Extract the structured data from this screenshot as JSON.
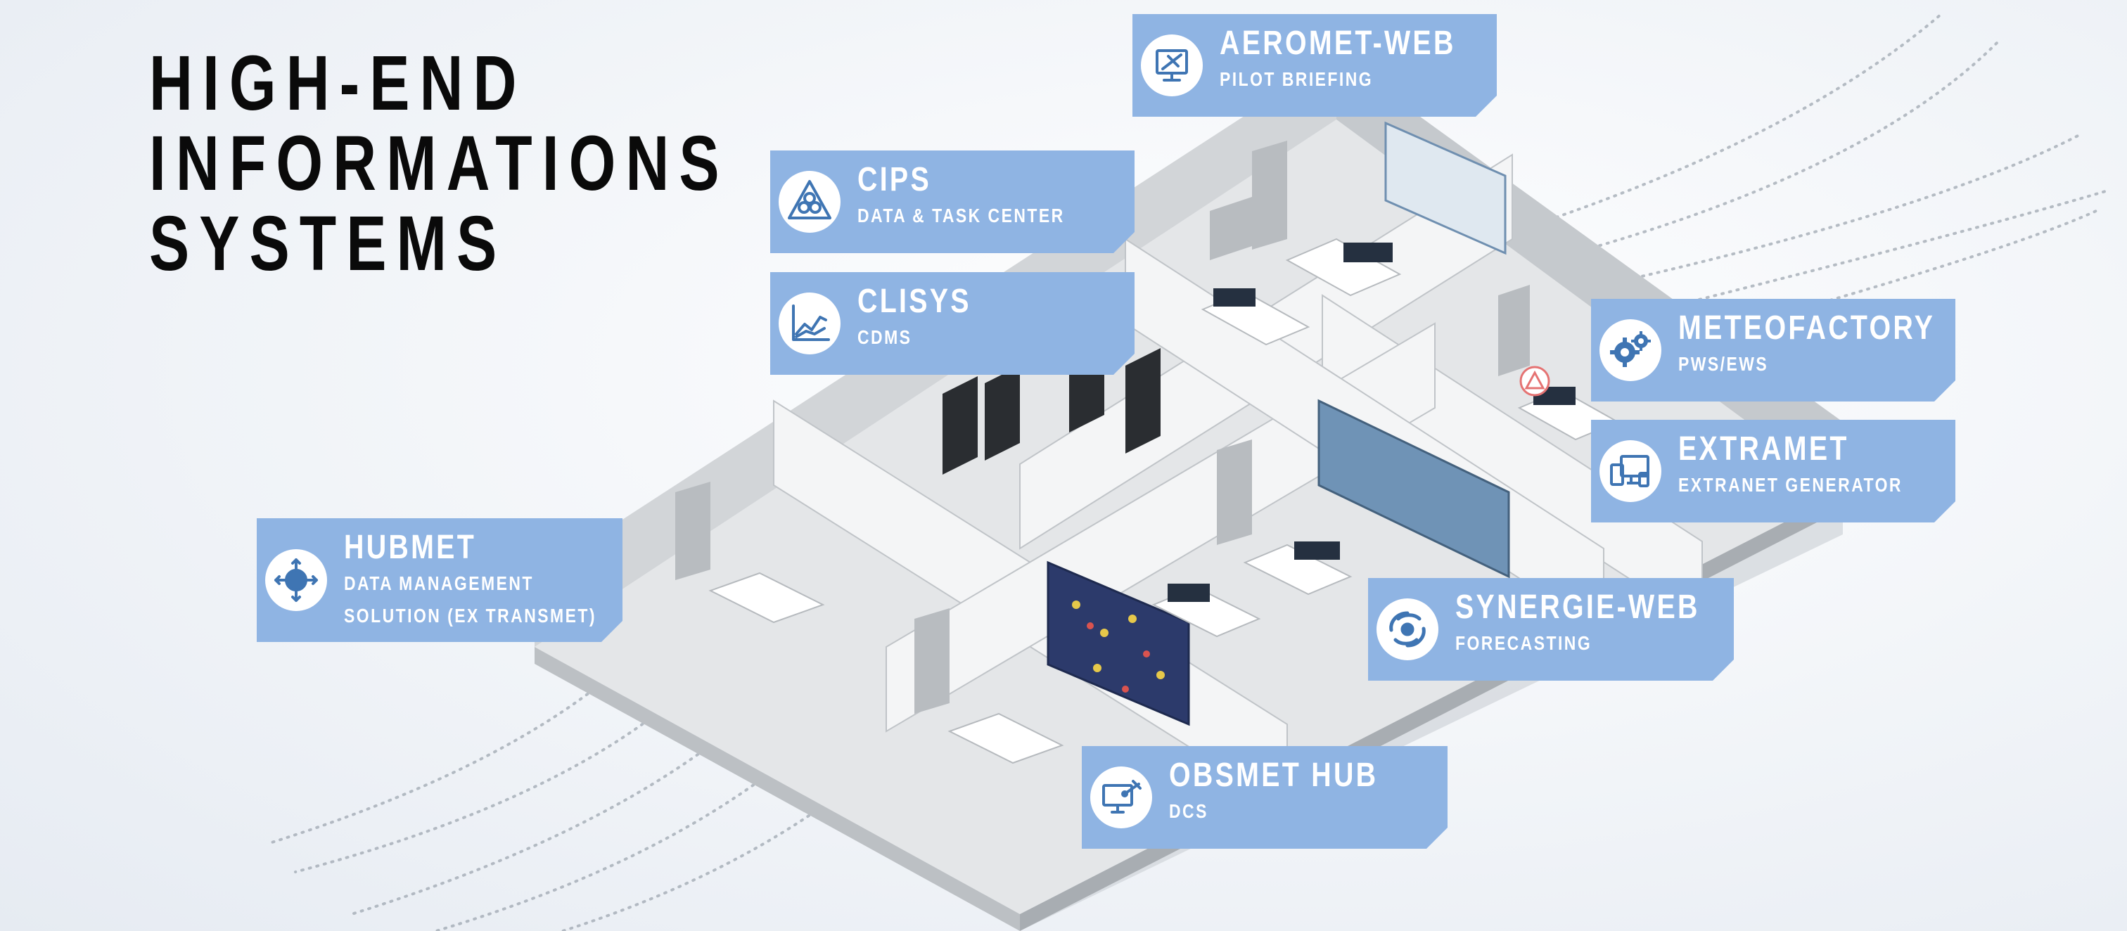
{
  "title": {
    "line1": "HIGH-END",
    "line2": "INFORMATIONS",
    "line3": "SYSTEMS"
  },
  "colors": {
    "label_background": "#8fb4e3",
    "icon_stroke": "#3f75b3",
    "title_text": "#0a0a0a"
  },
  "labels": {
    "aeromet": {
      "name": "AEROMET-WEB",
      "sub": "PILOT BRIEFING",
      "icon": "airplane-screen-icon"
    },
    "cips": {
      "name": "CIPS",
      "sub": "DATA & TASK CENTER",
      "icon": "triangle-circles-icon"
    },
    "clisys": {
      "name": "CLISYS",
      "sub": "CDMS",
      "icon": "line-chart-icon"
    },
    "meteofactory": {
      "name": "METEOFACTORY",
      "sub": "PWS/EWS",
      "icon": "gears-icon"
    },
    "extramet": {
      "name": "EXTRAMET",
      "sub": "EXTRANET GENERATOR",
      "icon": "devices-icon"
    },
    "hubmet": {
      "name": "HUBMET",
      "sub1": "DATA MANAGEMENT",
      "sub2": "SOLUTION (EX TRANSMET)",
      "icon": "globe-arrows-icon"
    },
    "synergie": {
      "name": "SYNERGIE-WEB",
      "sub": "FORECASTING",
      "icon": "cyclone-icon"
    },
    "obsmet": {
      "name": "OBSMET HUB",
      "sub": "DCS",
      "icon": "computer-satellite-icon"
    }
  }
}
